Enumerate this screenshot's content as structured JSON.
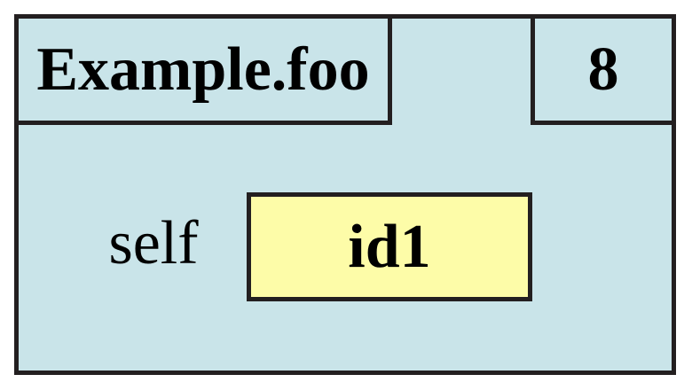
{
  "frame": {
    "name": "Example.foo",
    "line_number": "8",
    "variables": [
      {
        "name": "self",
        "value": "id1"
      }
    ]
  },
  "colors": {
    "frame_fill": "#c9e4e9",
    "value_fill": "#fdfca8",
    "border": "#231f20",
    "text": "#000000",
    "page_background": "#ffffff"
  }
}
